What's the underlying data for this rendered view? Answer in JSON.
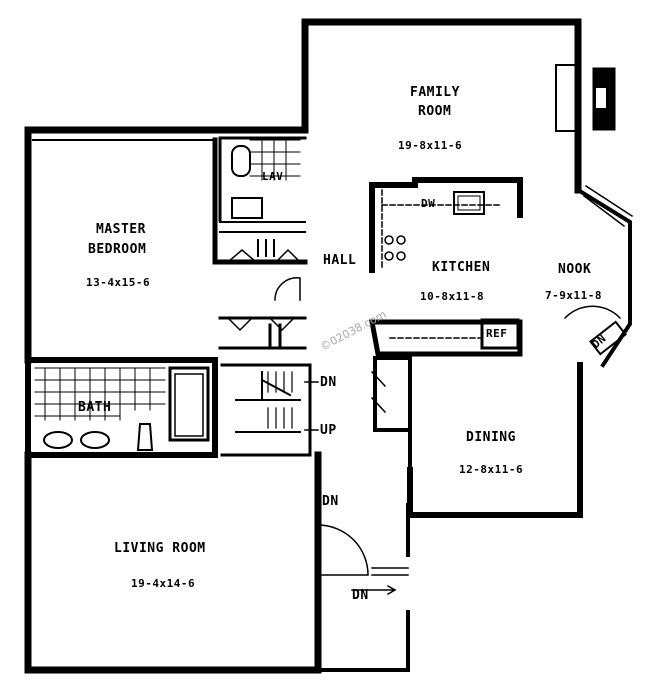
{
  "rooms": {
    "family": {
      "name_line1": "FAMILY",
      "name_line2": "ROOM",
      "dims": "19-8x11-6"
    },
    "master": {
      "name_line1": "MASTER",
      "name_line2": "BEDROOM",
      "dims": "13-4x15-6"
    },
    "kitchen": {
      "name": "KITCHEN",
      "dims": "10-8x11-8"
    },
    "nook": {
      "name": "NOOK",
      "dims": "7-9x11-8"
    },
    "dining": {
      "name": "DINING",
      "dims": "12-8x11-6"
    },
    "living": {
      "name": "LIVING ROOM",
      "dims": "19-4x14-6"
    },
    "hall": {
      "name": "HALL"
    },
    "lav": {
      "name": "LAV"
    },
    "bath": {
      "name": "BATH"
    }
  },
  "fixtures": {
    "dw": "DW",
    "ref": "REF"
  },
  "stairs": {
    "dn1": "DN",
    "up": "UP",
    "dn2": "DN",
    "dn3": "DN",
    "dn_nook": "DN"
  },
  "watermark": "©02038.com"
}
